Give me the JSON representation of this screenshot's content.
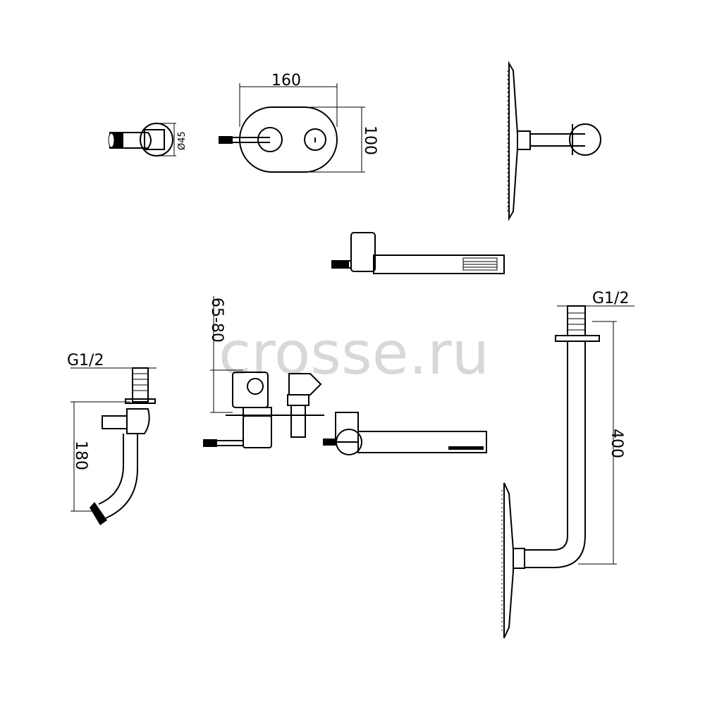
{
  "watermark": "crosse.ru",
  "dimensions": {
    "outlet_diameter": "Ø45",
    "plate_width": "160",
    "plate_height": "100",
    "depth_range": "65-80",
    "thread_left": "G1/2",
    "left_height": "180",
    "thread_right": "G1/2",
    "right_height": "400"
  }
}
